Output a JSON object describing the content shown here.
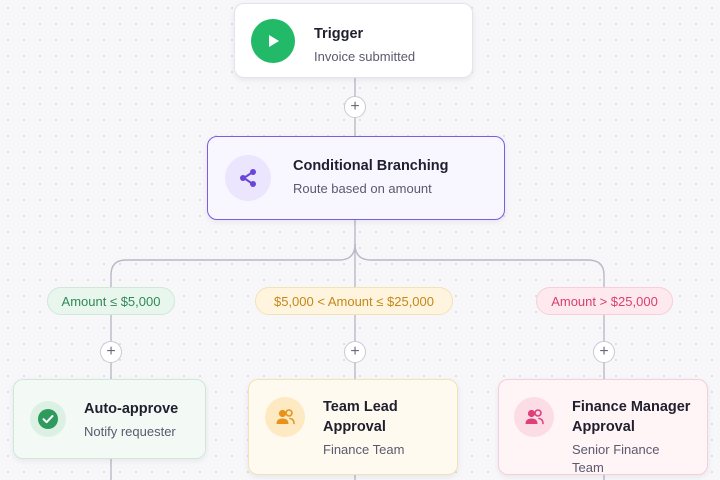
{
  "workflow": {
    "trigger": {
      "title": "Trigger",
      "subtitle": "Invoice submitted",
      "icon": "play-icon"
    },
    "branch": {
      "title": "Conditional Branching",
      "subtitle": "Route based on amount",
      "icon": "share-branch-icon"
    },
    "conditions": [
      {
        "label": "Amount ≤ $5,000",
        "color": "#2e8a55"
      },
      {
        "label": "$5,000 < Amount ≤ $25,000",
        "color": "#c6871a"
      },
      {
        "label": "Amount > $25,000",
        "color": "#d9406d"
      }
    ],
    "steps": [
      {
        "title": "Auto-approve",
        "subtitle": "Notify requester",
        "icon": "check-circle-icon"
      },
      {
        "title": "Team Lead\nApproval",
        "subtitle": "Finance Team",
        "icon": "users-icon"
      },
      {
        "title": "Finance Manager\nApproval",
        "subtitle": "Senior Finance Team",
        "icon": "users-icon"
      }
    ],
    "add_step_symbol": "+"
  },
  "colors": {
    "accent": "#7c5ce0",
    "trigger_green": "#22b968",
    "success": "#2e8a55",
    "warning": "#f0a020",
    "danger": "#e0407a"
  }
}
